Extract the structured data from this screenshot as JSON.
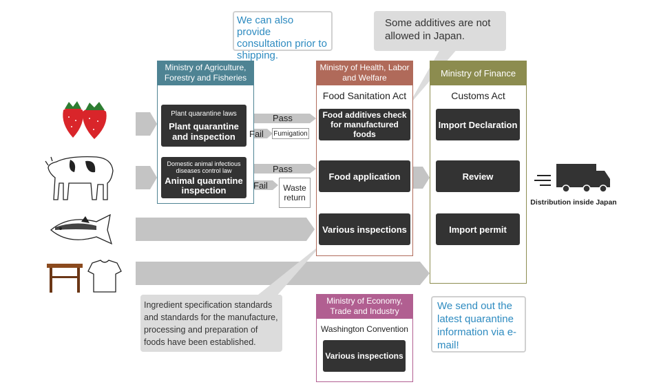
{
  "callouts": {
    "consult": "We can also provide consultation prior to shipping.",
    "additives": "Some additives are not allowed in Japan.",
    "ingredient": "Ingredient specification standards and standards for the manufacture, processing and preparation of foods have been established.",
    "email": "We send out the latest quarantine information via e-mail!"
  },
  "maff": {
    "header": "Ministry of Agriculture, Forestry and Fisheries",
    "plant_small": "Plant quarantine laws",
    "plant_main": "Plant quarantine and inspection",
    "animal_small": "Domestic animal infectious diseases control law",
    "animal_main": "Animal quarantine inspection",
    "pass1": "Pass",
    "fail1": "Fail",
    "fumigation": "Fumigation",
    "pass2": "Pass",
    "fail2": "Fail",
    "waste": "Waste return"
  },
  "mhlw": {
    "header": "Ministry of Health, Labor and Welfare",
    "act": "Food Sanitation Act",
    "step1": "Food additives check for manufactured foods",
    "step2": "Food application",
    "step3": "Various inspections"
  },
  "mof": {
    "header": "Ministry of Finance",
    "act": "Customs Act",
    "step1": "Import Declaration",
    "step2": "Review",
    "step3": "Import permit"
  },
  "meti": {
    "header": "Ministry of Economy, Trade and Industry",
    "act": "Washington Convention",
    "step": "Various inspections"
  },
  "distribution": "Distribution inside Japan",
  "colors": {
    "maff": "#4e8393",
    "mhlw": "#b06a5a",
    "mof": "#8c8c4f",
    "meti": "#b15f91",
    "arrow_grey": "#c4c4c4",
    "arrow_blue": "#5aa6d8",
    "dark": "#333333",
    "callout_blue_text": "#2e8bc0"
  },
  "icons": [
    "strawberry-icon",
    "cow-icon",
    "fish-icon",
    "table-icon",
    "tshirt-icon",
    "truck-icon"
  ]
}
